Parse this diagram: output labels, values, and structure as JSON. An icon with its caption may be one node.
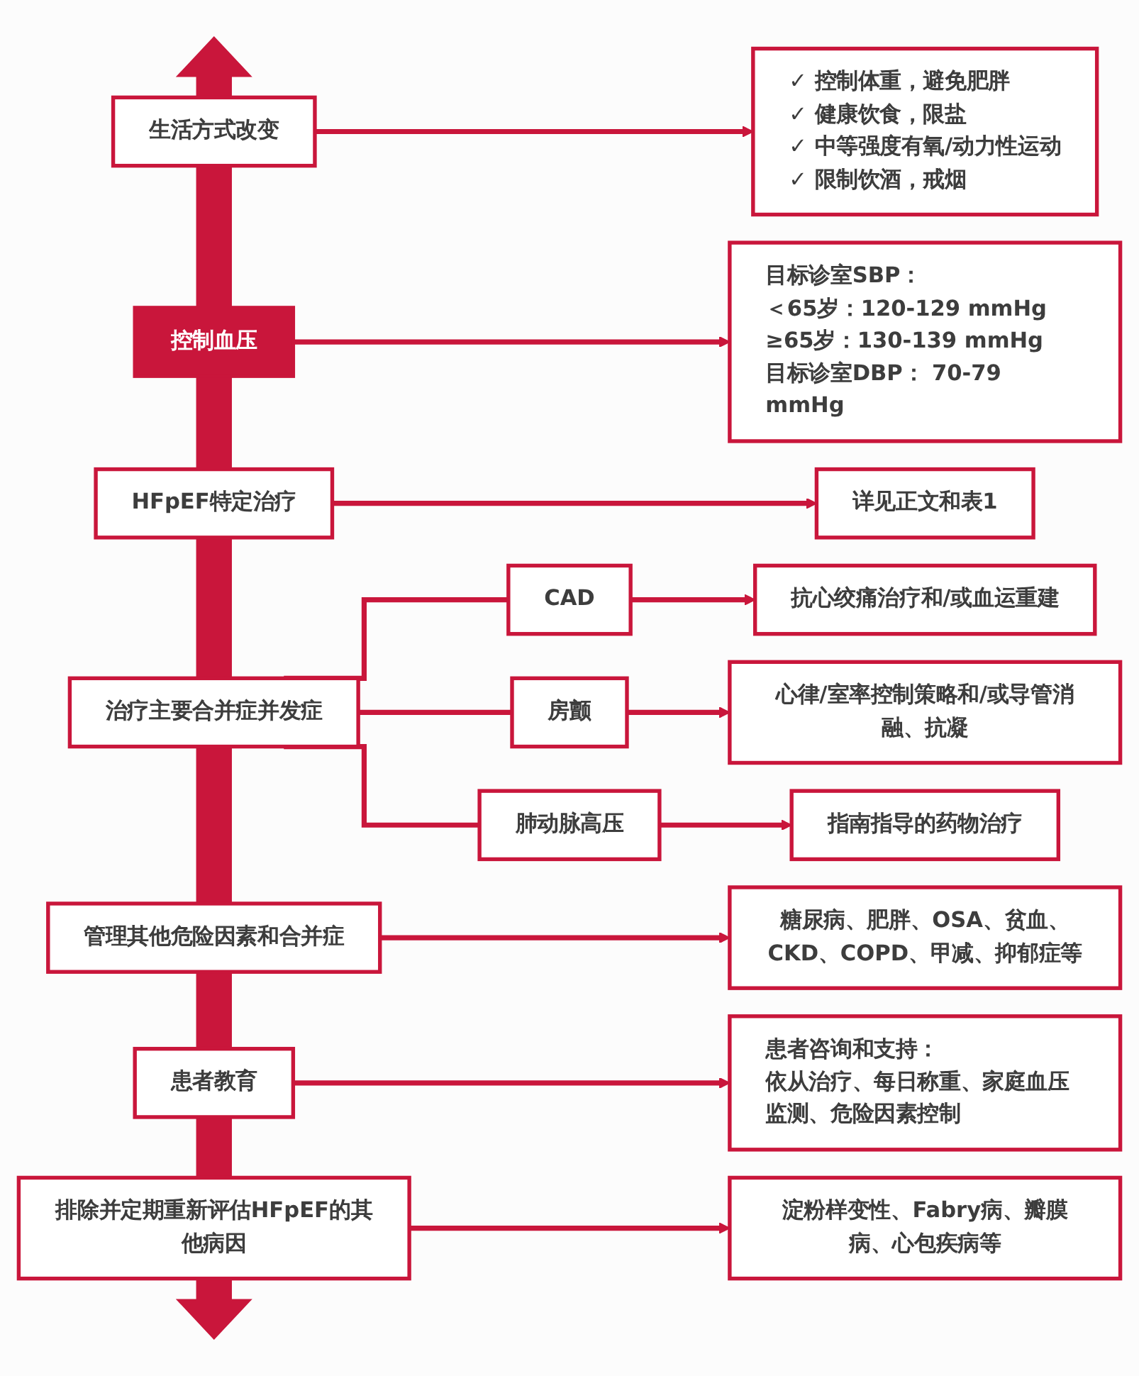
{
  "diagram": {
    "nodes": [
      {
        "text": [
          "生活方式改变"
        ]
      },
      {
        "text": [
          "✓ 控制体重，避免肥胖",
          "✓ 健康饮食，限盐",
          "✓ 中等强度有氧/动力性运动",
          "✓ 限制饮酒，戒烟"
        ]
      },
      {
        "text": [
          "控制血压"
        ]
      },
      {
        "text": [
          "目标诊室SBP：",
          "＜65岁：120-129 mmHg",
          "≥65岁：130-139 mmHg",
          "目标诊室DBP： 70-79 mmHg"
        ]
      },
      {
        "text": [
          "HFpEF特定治疗"
        ]
      },
      {
        "text": [
          "详见正文和表1"
        ]
      },
      {
        "text": [
          "治疗主要合并症并发症"
        ]
      },
      {
        "text": [
          "CAD"
        ]
      },
      {
        "text": [
          "抗心绞痛治疗和/或血运重建"
        ]
      },
      {
        "text": [
          "房颤"
        ]
      },
      {
        "text": [
          "心律/室率控制策略和/或导管消融、抗凝"
        ]
      },
      {
        "text": [
          "肺动脉高压"
        ]
      },
      {
        "text": [
          "指南指导的药物治疗"
        ]
      },
      {
        "text": [
          "管理其他危险因素和合并症"
        ]
      },
      {
        "text": [
          "糖尿病、肥胖、OSA、贫血、CKD、COPD、甲减、抑郁症等"
        ]
      },
      {
        "text": [
          "患者教育"
        ]
      },
      {
        "text": [
          "患者咨询和支持：",
          "依从治疗、每日称重、家庭血压监测、危险因素控制"
        ]
      },
      {
        "text": [
          "排除并定期重新评估HFpEF的其他病因"
        ]
      },
      {
        "text": [
          "淀粉样变性、Fabry病、瓣膜病、心包疾病等"
        ]
      }
    ],
    "edges": [
      {
        "from": 0,
        "to": 1,
        "arrow": "to"
      },
      {
        "from": 2,
        "to": 3,
        "arrow": "to"
      },
      {
        "from": 4,
        "to": 5,
        "arrow": "to"
      },
      {
        "from": 6,
        "to": 7,
        "arrow": "none"
      },
      {
        "from": 6,
        "to": 9,
        "arrow": "none"
      },
      {
        "from": 6,
        "to": 11,
        "arrow": "none"
      },
      {
        "from": 7,
        "to": 8,
        "arrow": "to"
      },
      {
        "from": 9,
        "to": 10,
        "arrow": "to"
      },
      {
        "from": 11,
        "to": 12,
        "arrow": "to"
      },
      {
        "from": 13,
        "to": 14,
        "arrow": "to"
      },
      {
        "from": 15,
        "to": 16,
        "arrow": "to"
      },
      {
        "from": 17,
        "to": 18,
        "arrow": "to"
      }
    ]
  }
}
